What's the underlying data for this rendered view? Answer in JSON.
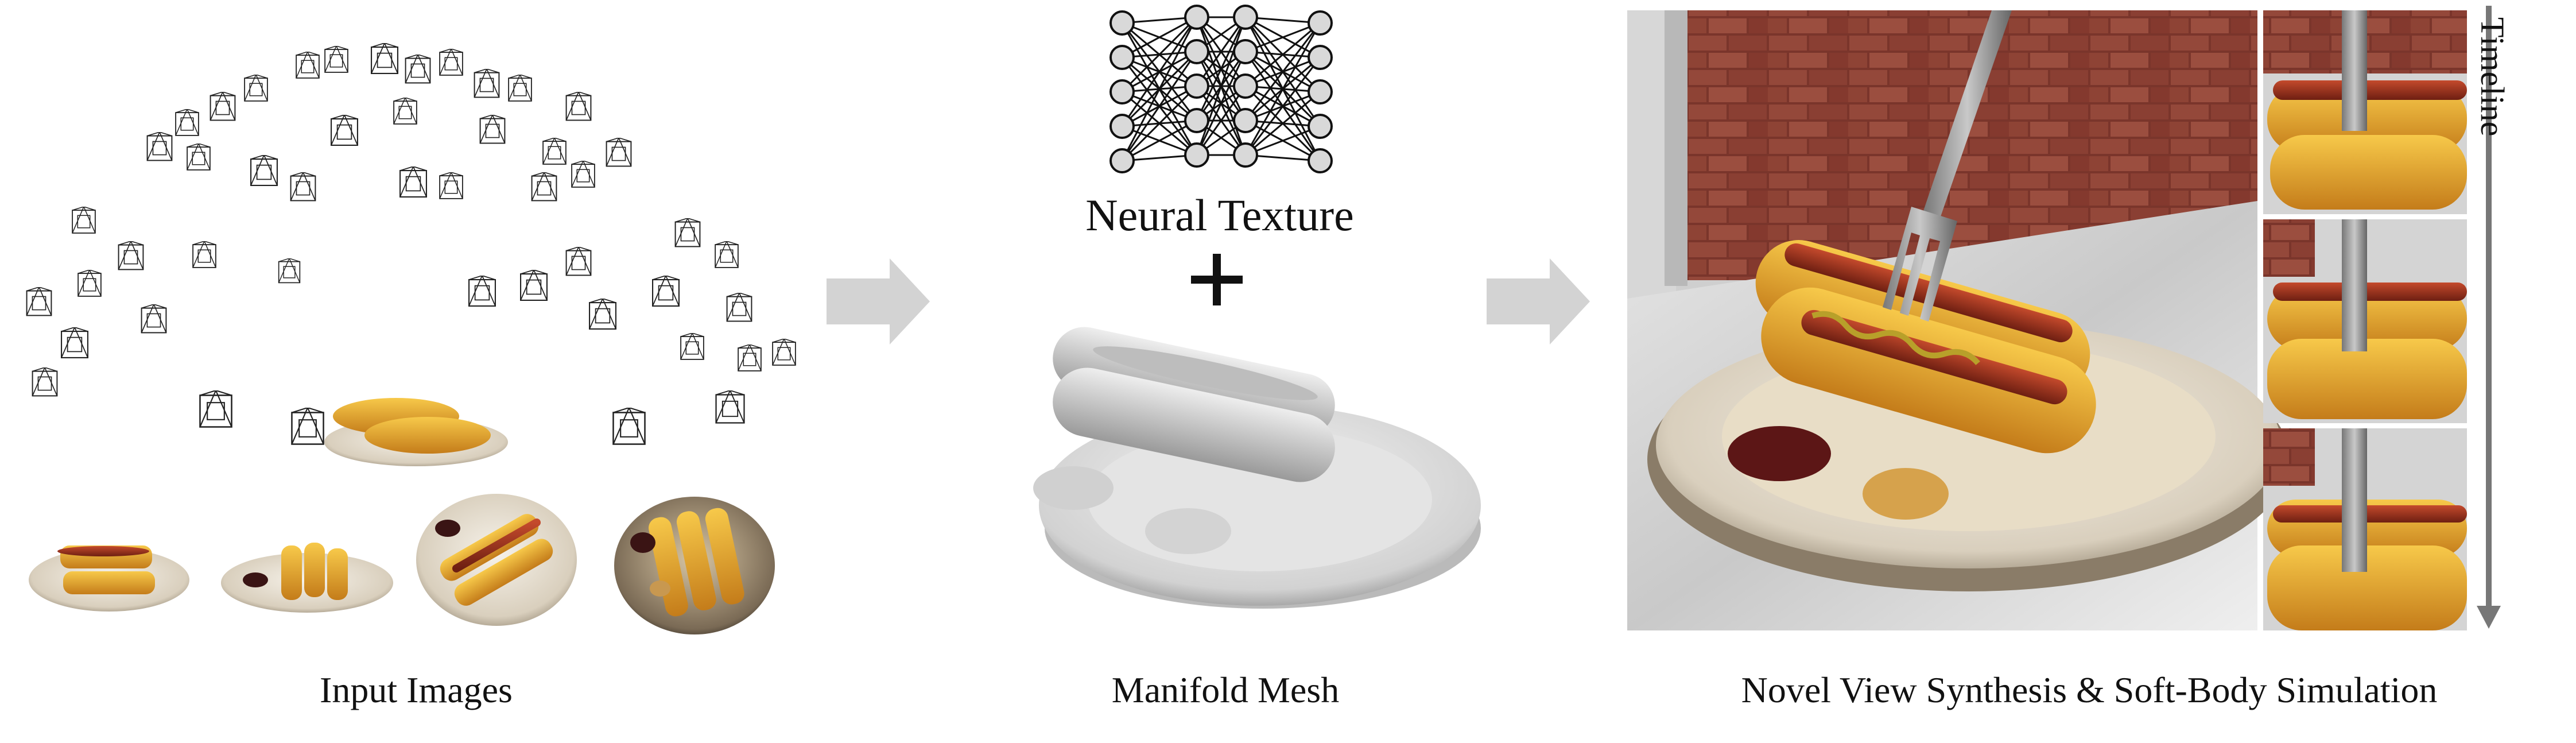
{
  "panels": {
    "input": {
      "caption": "Input Images"
    },
    "mesh": {
      "caption": "Manifold Mesh",
      "network_label": "Neural Texture",
      "plus": "+"
    },
    "output": {
      "caption": "Novel View Synthesis & Soft-Body Simulation",
      "timeline_label": "Timeline"
    }
  },
  "colors": {
    "arrow": "#d3d3d3",
    "network_node": "#d9d9d9",
    "bun": "#e2a326",
    "sausage": "#9a2e1e",
    "plate": "#ebe6dc",
    "brick": "#8a3d32",
    "timeline_arrow": "#777777"
  }
}
